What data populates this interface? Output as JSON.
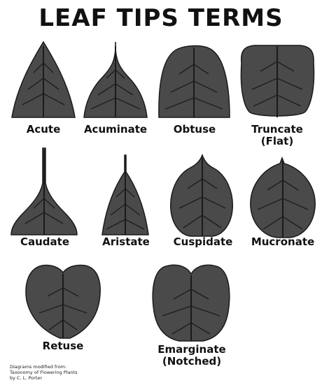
{
  "title": "LEAF TIPS TERMS",
  "leaves": [
    {
      "name": "Acute",
      "icon": "acute-leaf-icon"
    },
    {
      "name": "Acuminate",
      "icon": "acuminate-leaf-icon"
    },
    {
      "name": "Obtuse",
      "icon": "obtuse-leaf-icon"
    },
    {
      "name": "Truncate",
      "sub": "(Flat)",
      "icon": "truncate-leaf-icon"
    },
    {
      "name": "Caudate",
      "icon": "caudate-leaf-icon"
    },
    {
      "name": "Aristate",
      "icon": "aristate-leaf-icon"
    },
    {
      "name": "Cuspidate",
      "icon": "cuspidate-leaf-icon"
    },
    {
      "name": "Mucronate",
      "icon": "mucronate-leaf-icon"
    },
    {
      "name": "Retuse",
      "icon": "retuse-leaf-icon"
    },
    {
      "name": "Emarginate",
      "sub": "(Notched)",
      "icon": "emarginate-leaf-icon"
    }
  ],
  "credit": [
    "Diagrams modified from:",
    "Taxonomy of Flowering Plants",
    "by C. L. Porter"
  ],
  "colors": {
    "leaf_fill": "#4a4a4a",
    "vein": "#1e1e1e",
    "text": "#111111",
    "background": "#ffffff"
  }
}
